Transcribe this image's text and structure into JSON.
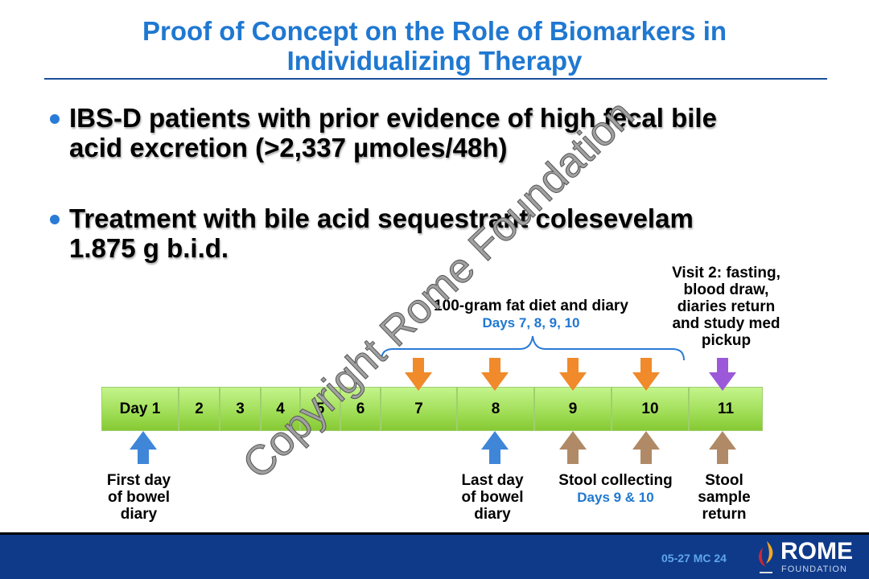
{
  "title": {
    "line1": "Proof of Concept on the Role of Biomarkers in",
    "line2": "Individualizing Therapy"
  },
  "bullets": [
    {
      "line1": "IBS-D patients with prior evidence of high fecal bile",
      "line2": "acid excretion  (>2,337 µmoles/48h)"
    },
    {
      "line1": "Treatment with bile acid sequestrant colesevelam",
      "line2": "1.875 g b.i.d."
    }
  ],
  "timeline": {
    "days": [
      "Day 1",
      "2",
      "3",
      "4",
      "5",
      "6",
      "7",
      "8",
      "9",
      "10",
      "11"
    ],
    "diet_label": "100-gram fat diet and diary",
    "diet_days": "Days 7, 8, 9, 10",
    "visit2": [
      "Visit 2: fasting,",
      "blood draw,",
      "diaries return",
      "and study med",
      "pickup"
    ],
    "first_day": [
      "First day",
      "of bowel",
      "diary"
    ],
    "last_day": [
      "Last day",
      "of bowel",
      "diary"
    ],
    "stool_collecting": "Stool collecting",
    "stool_days": "Days 9 & 10",
    "stool_return": [
      "Stool",
      "sample",
      "return"
    ],
    "colors": {
      "orange": "#f08a2a",
      "purple": "#9b59d9",
      "blue": "#3f86d8",
      "tan": "#b08a66",
      "bar": "#9fdd55"
    }
  },
  "watermark": "Copyright Rome Foundation",
  "footer": {
    "code": "05-27  MC 24",
    "logo_main": "ROME",
    "logo_sub": "FOUNDATION"
  }
}
